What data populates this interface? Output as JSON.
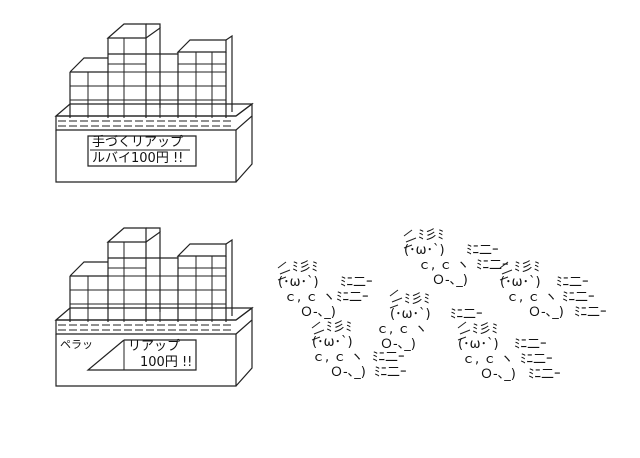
{
  "scene1": {
    "sign_line1": "手づくリアップ",
    "sign_line2": "ルバイ100円 !!"
  },
  "scene2": {
    "peel_sound": "ペラッ",
    "sign_line1": "リアップ",
    "sign_line2": "100円 !!"
  },
  "critter": {
    "hair": "ﾐ彡ﾐ",
    "face": "(･ω･`)",
    "arms": "ｃ, ｃ ヽ",
    "feet": "Ｏ-､_)",
    "speed1": "ﾐﾆ二ｰ",
    "speed2": "ﾐﾆ二ｰ",
    "speed3": "ﾐﾆ二ｰ"
  }
}
